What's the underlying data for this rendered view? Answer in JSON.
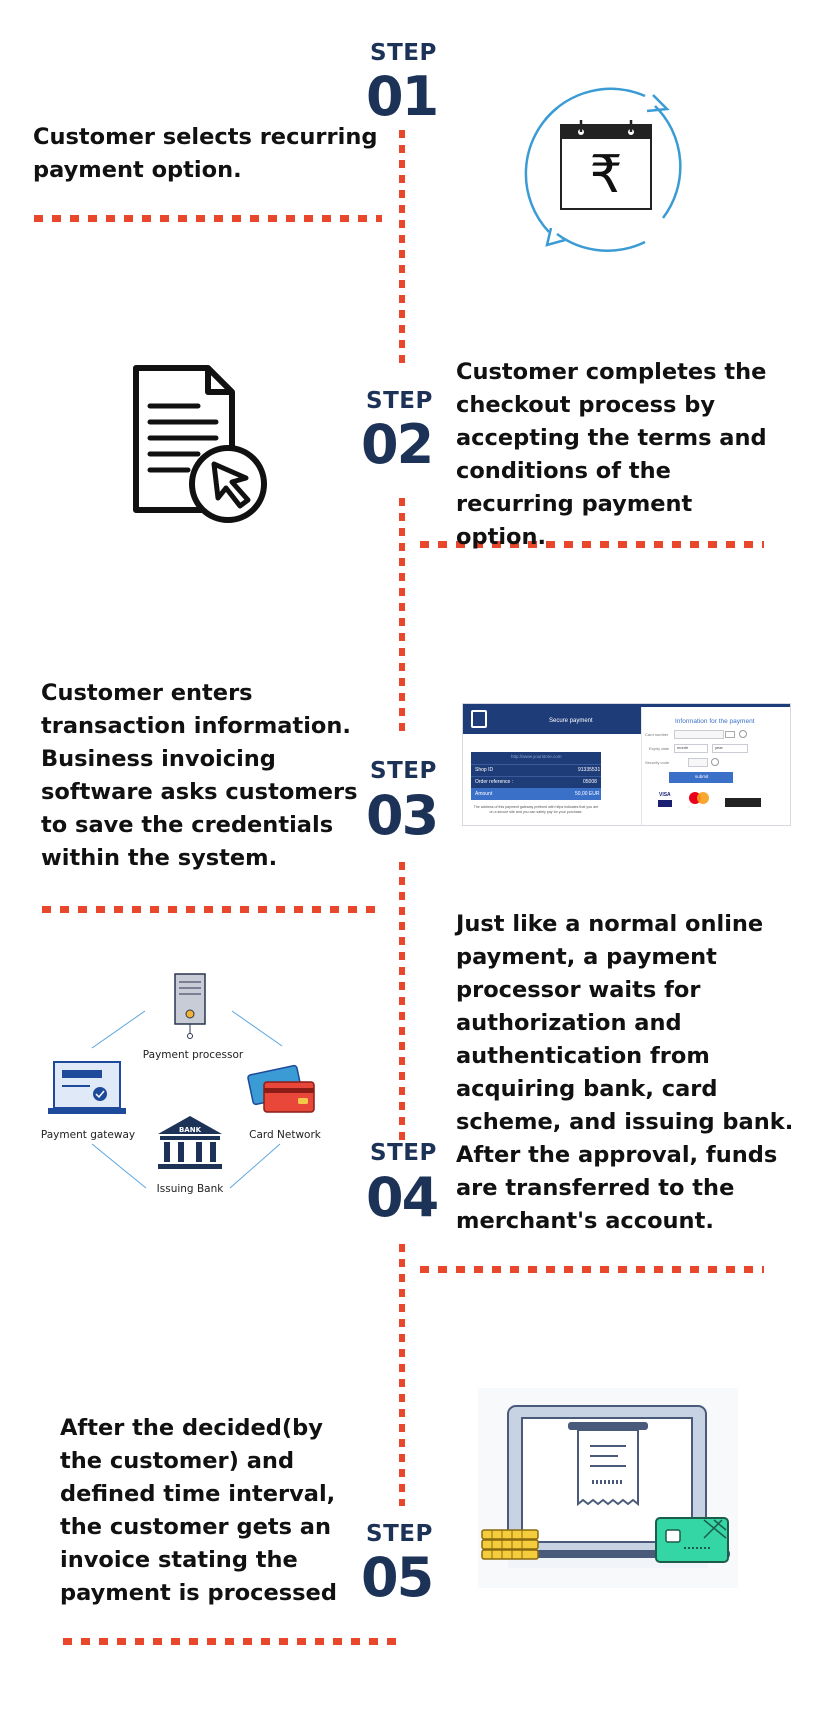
{
  "steps": [
    {
      "label": "STEP",
      "number": "01",
      "text": "Customer selects recurring payment option."
    },
    {
      "label": "STEP",
      "number": "02",
      "text": "Customer completes the checkout process by accepting the terms and conditions of the recurring payment option."
    },
    {
      "label": "STEP",
      "number": "03",
      "text": "Customer enters transaction information. Business invoicing software asks customers to save the credentials within the system."
    },
    {
      "label": "STEP",
      "number": "04",
      "text": "Just like a normal online payment, a payment processor waits for authorization and authentication from acquiring bank, card scheme, and issuing bank. After the approval, funds are transferred to the merchant's account."
    },
    {
      "label": "STEP",
      "number": "05",
      "text": "After the decided(by the customer) and defined time interval, the customer gets an invoice stating the payment is processed"
    }
  ],
  "rupee_symbol": "₹",
  "payment_form": {
    "secure_title": "Secure payment",
    "url_text": "http://www.yourstore.com",
    "shop_id_label": "Shop ID",
    "shop_id_value": "91335531",
    "order_label": "Order reference :",
    "order_value": "05008",
    "amount_label": "Amount",
    "amount_value": "50,00 EUR",
    "footer_note": "The address of this payment gateway prefixed with https indicates that you are on a secure site and you can safely pay for your purchase.",
    "info_title": "Information for the payment",
    "card_number_label": "Card number",
    "expiry_label": "Expiry date",
    "month_option": "month",
    "year_option": "year",
    "security_label": "Security code",
    "submit_label": "submit",
    "visa_label": "VISA"
  },
  "network": {
    "payment_processor": "Payment processor",
    "payment_gateway": "Payment gateway",
    "card_network": "Card Network",
    "issuing_bank": "Issuing Bank",
    "bank_sign": "BANK"
  },
  "colors": {
    "navy": "#1d3257",
    "accent": "#e8472c",
    "icon_blue": "#3a9bd5"
  }
}
